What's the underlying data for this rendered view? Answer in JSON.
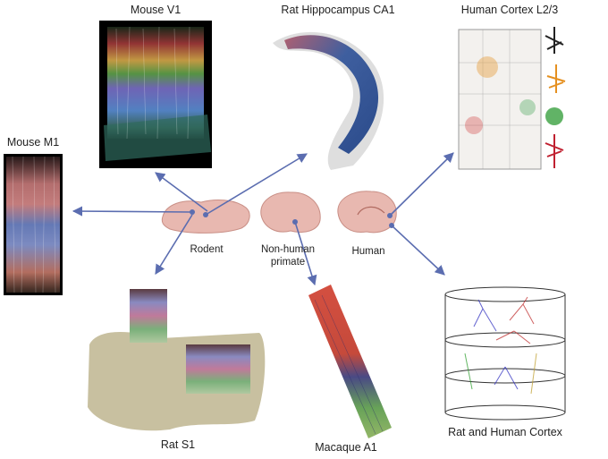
{
  "panels": {
    "mouse_v1": "Mouse V1",
    "rat_ca1": "Rat Hippocampus CA1",
    "human_l23": "Human Cortex L2/3",
    "mouse_m1": "Mouse M1",
    "rat_s1": "Rat S1",
    "macaque_a1": "Macaque A1",
    "rat_human": "Rat and Human Cortex"
  },
  "species": {
    "rodent": "Rodent",
    "nonhuman_line1": "Non-human",
    "nonhuman_line2": "primate",
    "human": "Human"
  },
  "colors": {
    "arrow": "#5b6db0",
    "brain": "#e8b8b0",
    "brain_edge": "#c98f86"
  }
}
